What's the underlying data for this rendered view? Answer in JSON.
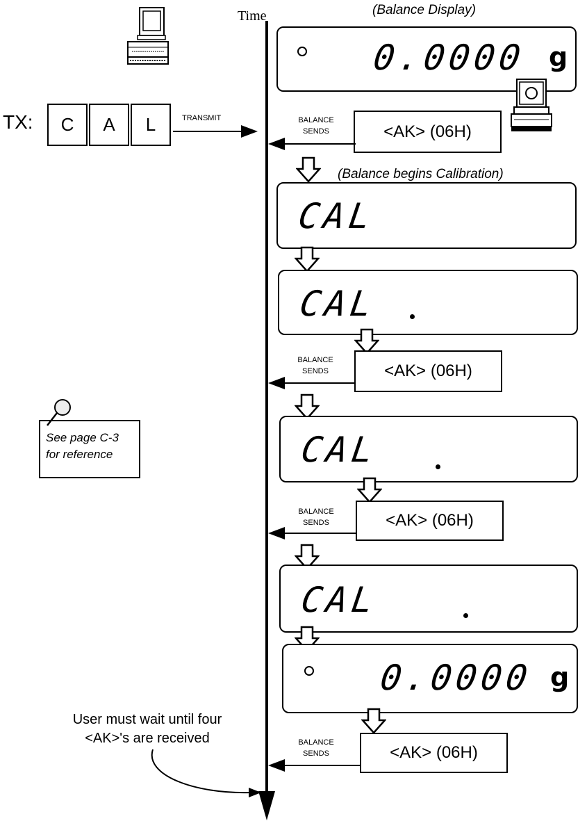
{
  "header": {
    "time_label": "Time",
    "display_caption": "(Balance Display)"
  },
  "tx": {
    "prefix": "TX:",
    "chars": [
      "C",
      "A",
      "L"
    ],
    "transmit_label": "TRANSMIT"
  },
  "ack": {
    "box_text": "<AK> (06H)",
    "sender_line1": "BALANCE",
    "sender_line2": "SENDS"
  },
  "calibration_caption": "(Balance begins Calibration)",
  "displays": [
    {
      "text": "0.0000",
      "unit": "g"
    },
    {
      "text": "CAL"
    },
    {
      "text": "CAL"
    },
    {
      "text": "CAL"
    },
    {
      "text": "CAL"
    },
    {
      "text": "0.0000",
      "unit": "g"
    }
  ],
  "reference_note": {
    "line1": "See page C-3",
    "line2": "for reference"
  },
  "user_note": {
    "line1": "User must wait until four",
    "line2": "<AK>'s are received"
  },
  "icons": [
    "computer-icon",
    "balance-icon",
    "magnifier-icon",
    "down-arrow-icon"
  ]
}
